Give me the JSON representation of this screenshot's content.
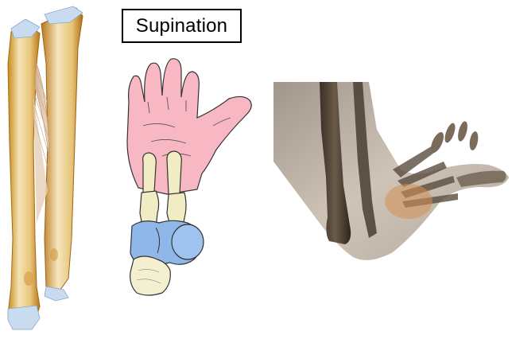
{
  "title": "Supination",
  "figures": [
    {
      "name": "forearm-bones-illustration",
      "icon": "radius-ulna-icon"
    },
    {
      "name": "hand-and-wrist-illustration",
      "icon": "hand-bones-icon"
    },
    {
      "name": "translucent-arm-rendering",
      "icon": "arm-xray-icon"
    }
  ],
  "colors": {
    "bone": "#f2e8c0",
    "bone_shade": "#d9a43a",
    "cartilage": "#c9dcef",
    "skin": "#f7b8c4",
    "carpal_blue": "#8fb8e8",
    "render_skin": "#b9a99a"
  }
}
